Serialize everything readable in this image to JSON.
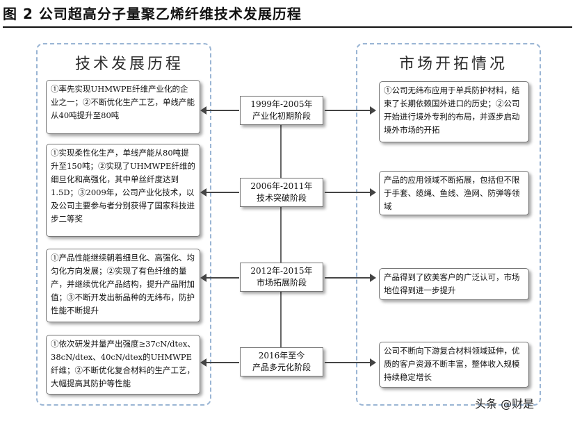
{
  "title": "图 2 公司超高分子量聚乙烯纤维技术发展历程",
  "left_panel_title": "技术发展历程",
  "right_panel_title": "市场开拓情况",
  "stages": [
    {
      "label": "1999年-2005年\n产业化初期阶段",
      "tech": "①率先实现UHMWPE纤维产业化的企业之一；②不断优化生产工艺，单线产能从40吨提升至80吨",
      "market": "①公司无纬布应用于单兵防护材料，结束了长期依赖国外进口的历史；②公司开始进行境外专利的布局，并逐步启动境外市场的开拓"
    },
    {
      "label": "2006年-2011年\n技术突破阶段",
      "tech": "①实现柔性化生产，单线产能从80吨提升至150吨；②实现了UHMWPE纤维的细旦化和高强化，其中单丝纤度达到1.5D；③2009年，公司产业化技术，以及公司主要参与者分别获得了国家科技进步二等奖",
      "market": "产品的应用领域不断拓展，包括但不限于手套、缆绳、鱼线、渔网、防弹等领域"
    },
    {
      "label": "2012年-2015年\n市场拓展阶段",
      "tech": "①产品性能继续朝着细旦化、高强化、均匀化方向发展；②实现了有色纤维的量产，并继续优化产品结构，提升产品附加值；③不断开发出新品种的无纬布，防护性能不断提升",
      "market": "产品得到了欧美客户的广泛认可，市场地位得到进一步提升"
    },
    {
      "label": "2016年至今\n产品多元化阶段",
      "tech": "①依次研发并量产出强度≥37cN/dtex、38cN/dtex、40cN/dtex的UHMWPE纤维；②不断优化复合材料的生产工艺，大幅提高其防护等性能",
      "market": "公司不断向下游复合材料领域延伸，优质的客户资源不断丰富，整体收入规模持续稳定增长"
    }
  ],
  "watermark": "头条 @财是"
}
